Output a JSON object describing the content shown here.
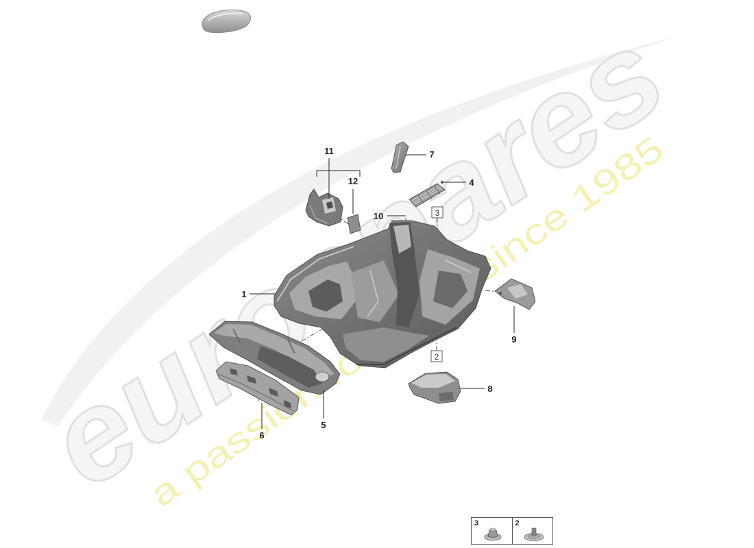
{
  "car_icon": "car-silhouette-icon",
  "diagram": {
    "callouts": {
      "part_1": "1",
      "part_4": "4",
      "part_5": "5",
      "part_6": "6",
      "part_7": "7",
      "part_8": "8",
      "part_9": "9",
      "part_10": "10",
      "part_11": "11",
      "part_12": "12"
    },
    "reference_boxes": {
      "ref_3": "3",
      "ref_2": "2"
    }
  },
  "legend": {
    "items": [
      {
        "number": "3",
        "icon": "nut-icon"
      },
      {
        "number": "2",
        "icon": "clip-icon"
      }
    ]
  },
  "watermark": {
    "brand": "eurospares",
    "tagline": "a passion for parts since 1985"
  },
  "colors": {
    "part_dark": "#6f6f6f",
    "part_mid": "#8c8c8c",
    "part_light": "#bdbdbd",
    "line": "#222222",
    "watermark_gray": "#e0e0e0",
    "watermark_yellow": "#f2efa6"
  }
}
